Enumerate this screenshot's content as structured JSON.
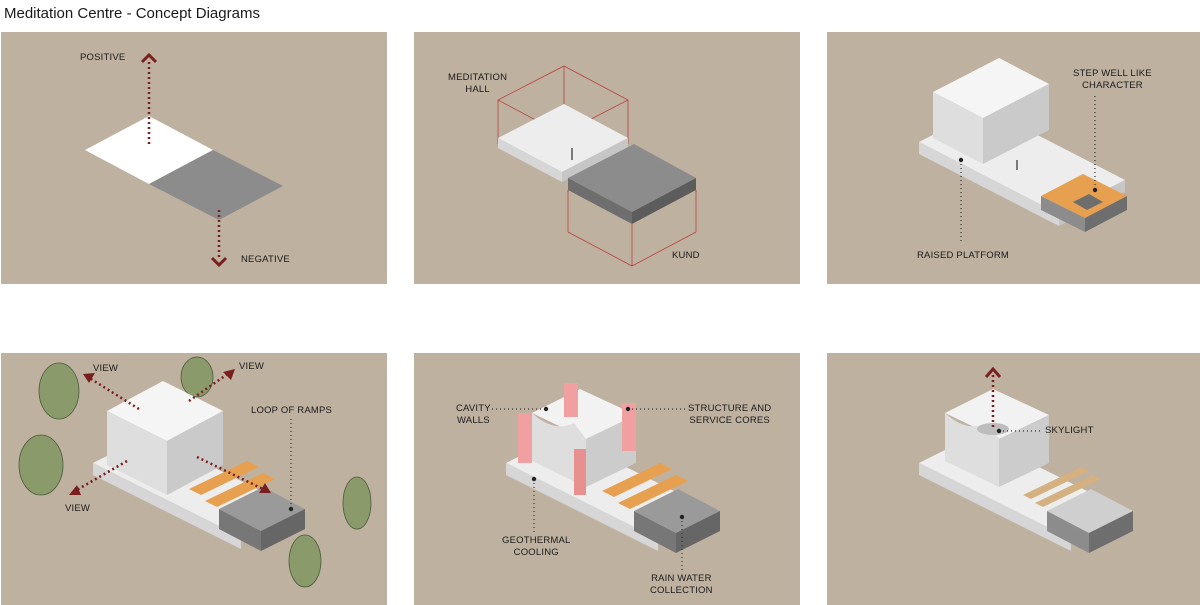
{
  "title": "Meditation Centre - Concept Diagrams",
  "colors": {
    "background": "#bfb1a0",
    "arrow": "#7a1f1f",
    "white_mass": "#ececec",
    "grey_mass": "#8c8c8c",
    "wood": "#e6a050",
    "pink_core": "#f0a0a0",
    "foliage": "#8a9a6a"
  },
  "panels": [
    {
      "labels": {
        "positive": "POSITIVE",
        "negative": "NEGATIVE"
      }
    },
    {
      "labels": {
        "hall": "MEDITATION\nHALL",
        "kund": "KUND"
      }
    },
    {
      "labels": {
        "stepwell": "STEP WELL LIKE\nCHARACTER",
        "platform": "RAISED PLATFORM"
      }
    },
    {
      "labels": {
        "view_top_left": "VIEW",
        "view_top_right": "VIEW",
        "view_bottom_left": "VIEW",
        "ramps": "LOOP OF RAMPS"
      }
    },
    {
      "labels": {
        "cavity": "CAVITY\nWALLS",
        "structure": "STRUCTURE AND\nSERVICE CORES",
        "geothermal": "GEOTHERMAL\nCOOLING",
        "rainwater": "RAIN WATER\nCOLLECTION"
      }
    },
    {
      "labels": {
        "skylight": "SKYLIGHT"
      }
    }
  ]
}
